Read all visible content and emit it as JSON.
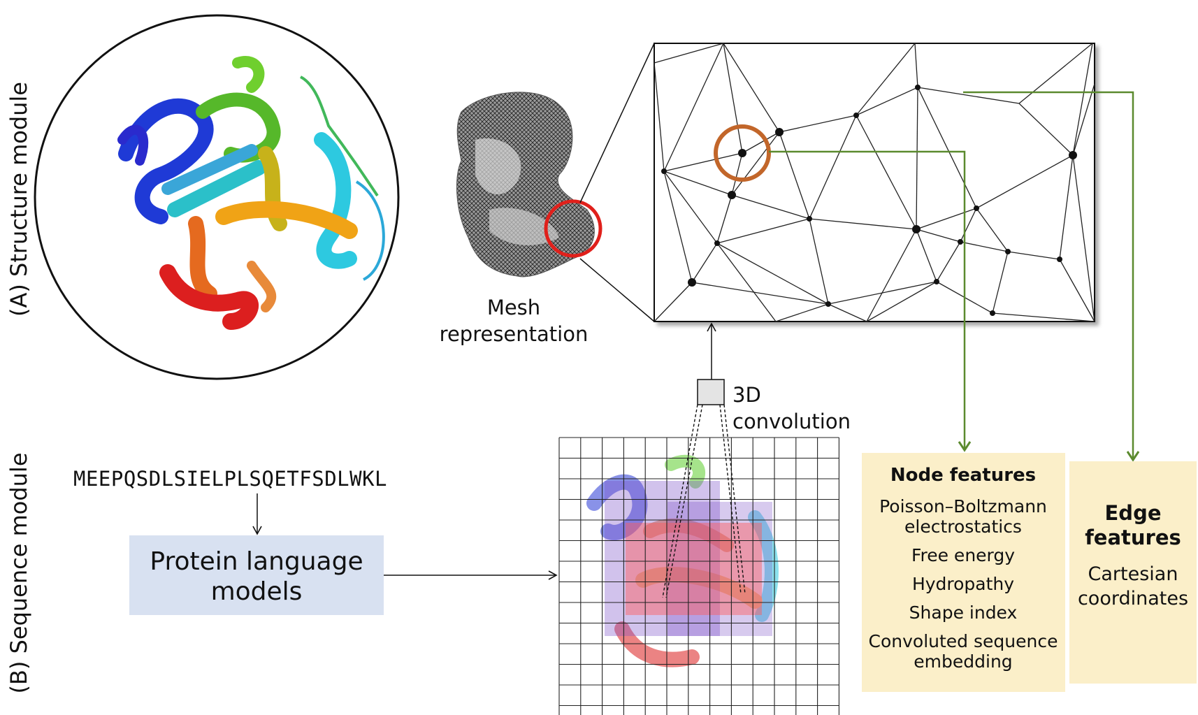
{
  "sections": {
    "structure_label": "(A) Structure module",
    "sequence_label": "(B) Sequence module"
  },
  "mesh": {
    "label_line1": "Mesh",
    "label_line2": "representation"
  },
  "convolution": {
    "label_line1": "3D",
    "label_line2": "convolution"
  },
  "sequence": {
    "text": "MEEPQSDLSIELPLSQETFSDLWKL"
  },
  "plm": {
    "line1": "Protein language",
    "line2": "models"
  },
  "node_features": {
    "title": "Node features",
    "items": [
      {
        "lines": [
          "Poisson–Boltzmann",
          "electrostatics"
        ]
      },
      {
        "lines": [
          "Free energy"
        ]
      },
      {
        "lines": [
          "Hydropathy"
        ]
      },
      {
        "lines": [
          "Shape index"
        ]
      },
      {
        "lines": [
          "Convoluted sequence",
          "embedding"
        ]
      }
    ]
  },
  "edge_features": {
    "title_line1": "Edge",
    "title_line2": "features",
    "body_line1": "Cartesian",
    "body_line2": "coordinates"
  },
  "colors": {
    "arrow_green": "#5b8a2e",
    "feature_box": "#fbefc9",
    "plm_box": "#d8e1f1",
    "highlight_red": "#e0201b",
    "highlight_orange": "#c2662a"
  }
}
